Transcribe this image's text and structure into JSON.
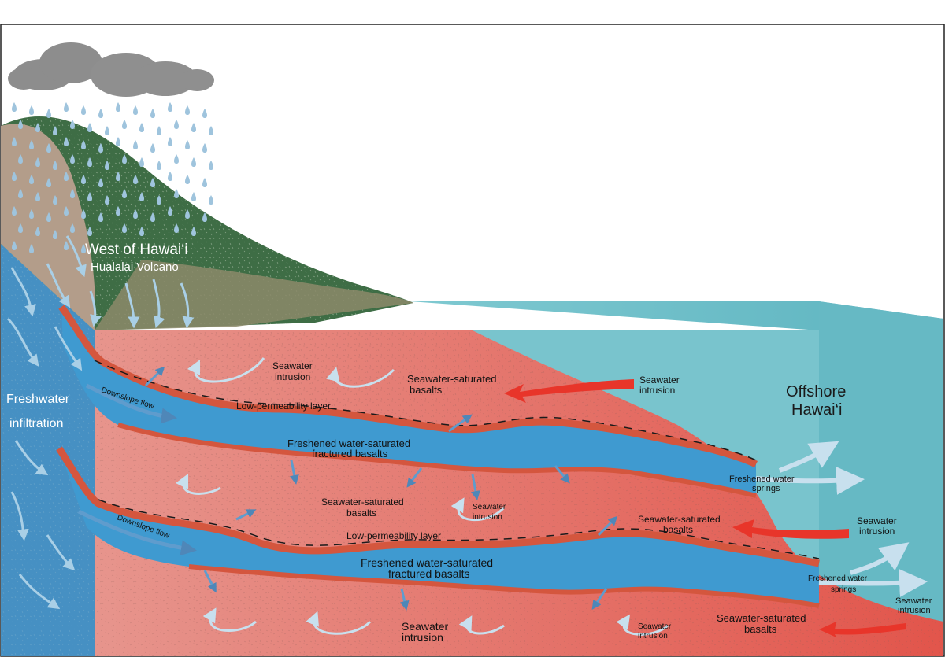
{
  "labels": {
    "region_west": "West of Hawai‘i",
    "volcano": "Hualalai Volcano",
    "freshwater_1": "Freshwater",
    "freshwater_2": "infiltration",
    "offshore_1": "Offshore",
    "offshore_2": "Hawai‘i",
    "seawater_intrusion_top_1": "Seawater",
    "seawater_intrusion_top_2": "intrusion",
    "sw_saturated_top_1": "Seawater-saturated",
    "sw_saturated_top_2": "basalts",
    "sw_intrusion_right_1": "Seawater",
    "sw_intrusion_right_2": "intrusion",
    "downslope_1": "Downslope flow",
    "low_perm_1": "Low-permeability  layer",
    "freshened_1a": "Freshened water-saturated",
    "freshened_1b": "fractured basalts",
    "springs_1a": "Freshened water",
    "springs_1b": "springs",
    "sw_saturated_mid_1": "Seawater-saturated",
    "sw_saturated_mid_2": "basalts",
    "sw_intrusion_mid_1": "Seawater",
    "sw_intrusion_mid_2": "intrusion",
    "sw_saturated_right_1": "Seawater-saturated",
    "sw_saturated_right_2": "basalts",
    "sw_intrusion_right2_1": "Seawater",
    "sw_intrusion_right2_2": "intrusion",
    "downslope_2": "Downslope flow",
    "low_perm_2": "Low-permeability  layer",
    "freshened_2a": "Freshened water-saturated",
    "freshened_2b": "fractured basalts",
    "springs_2a": "Freshened water",
    "springs_2b": "springs",
    "sw_intrusion_bottom_1": "Seawater",
    "sw_intrusion_bottom_2": "intrusion",
    "sw_intrusion_small_1": "Seawater",
    "sw_intrusion_small_2": "intrusion",
    "sw_saturated_bottom_1": "Seawater-saturated",
    "sw_saturated_bottom_2": "basalts",
    "sw_intrusion_corner_1": "Seawater",
    "sw_intrusion_corner_2": "intrusion"
  },
  "colors": {
    "ocean": "#5bbcc6",
    "ocean_front": "#6ec3cc",
    "saline_basalt": "#e08a80",
    "saline_basalt_deep": "#e0574e",
    "freshwater_front": "#3f8fc4",
    "aquifer": "#3e9ad0",
    "low_perm": "#d9553e",
    "volcano_green": "#3f6f45",
    "volcano_brown": "#b7a28e",
    "arrow_red": "#e8352a",
    "arrow_light": "#a9d4ea",
    "cloud": "#8d8d8d"
  },
  "icons": [
    "rain-cloud-icon",
    "raindrop-icon",
    "flow-arrow-icon",
    "circulation-arrow-icon",
    "intrusion-arrow-icon"
  ]
}
